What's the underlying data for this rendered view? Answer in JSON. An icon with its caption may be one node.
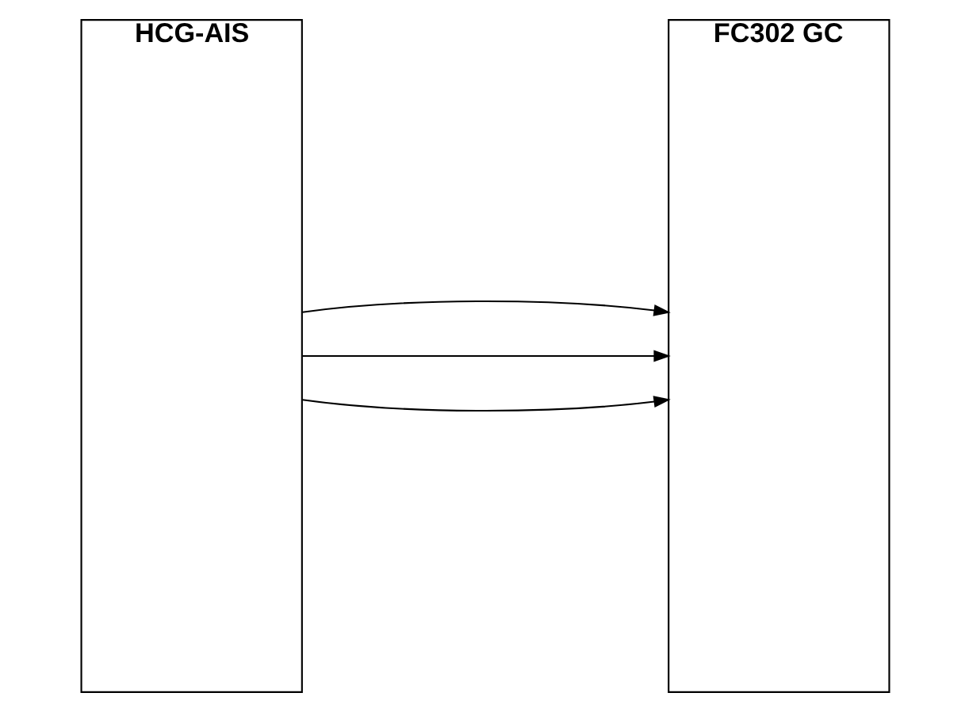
{
  "diagram": {
    "nodes": [
      {
        "text": [
          "HCG-AIS"
        ]
      },
      {
        "text": [
          "FC302 GC"
        ]
      }
    ],
    "edges": [
      {
        "from": 0,
        "to": 1,
        "arrow": "to"
      },
      {
        "from": 0,
        "to": 1,
        "arrow": "to"
      },
      {
        "from": 0,
        "to": 1,
        "arrow": "to"
      }
    ]
  }
}
